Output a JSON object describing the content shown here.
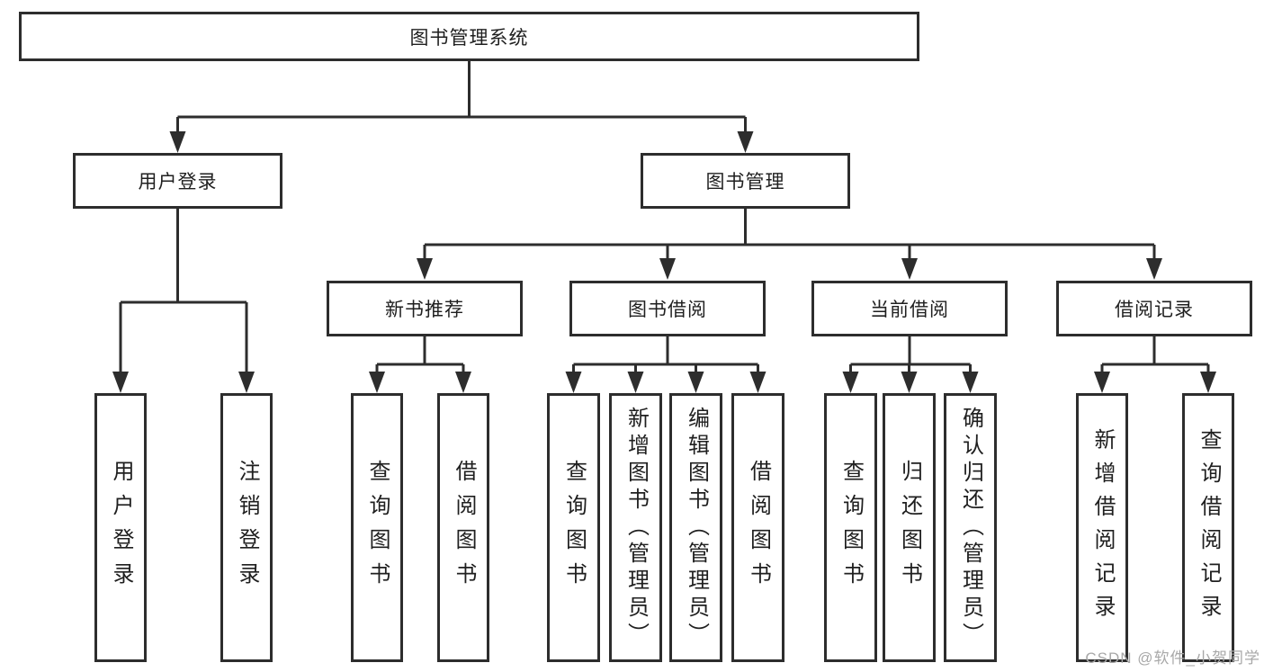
{
  "diagram_type": "hierarchy-tree",
  "colors": {
    "background": "#ffffff",
    "line": "#2d2d2d",
    "box_border": "#2d2d2d",
    "text": "#1f1f1f",
    "watermark": "#a8a8a8"
  },
  "tree": {
    "root": {
      "label": "图书管理系统",
      "children": [
        {
          "label": "用户登录",
          "children": [
            {
              "label": "用户登录"
            },
            {
              "label": "注销登录"
            }
          ]
        },
        {
          "label": "图书管理",
          "children": [
            {
              "label": "新书推荐",
              "children": [
                {
                  "label": "查询图书"
                },
                {
                  "label": "借阅图书"
                }
              ]
            },
            {
              "label": "图书借阅",
              "children": [
                {
                  "label": "查询图书"
                },
                {
                  "label": "新增图书（管理员）"
                },
                {
                  "label": "编辑图书（管理员）"
                },
                {
                  "label": "借阅图书"
                }
              ]
            },
            {
              "label": "当前借阅",
              "children": [
                {
                  "label": "查询图书"
                },
                {
                  "label": "归还图书"
                },
                {
                  "label": "确认归还（管理员）"
                }
              ]
            },
            {
              "label": "借阅记录",
              "children": [
                {
                  "label": "新增借阅记录"
                },
                {
                  "label": "查询借阅记录"
                }
              ]
            }
          ]
        }
      ]
    }
  },
  "watermark": {
    "text": "CSDN @软件_小贺同学"
  }
}
